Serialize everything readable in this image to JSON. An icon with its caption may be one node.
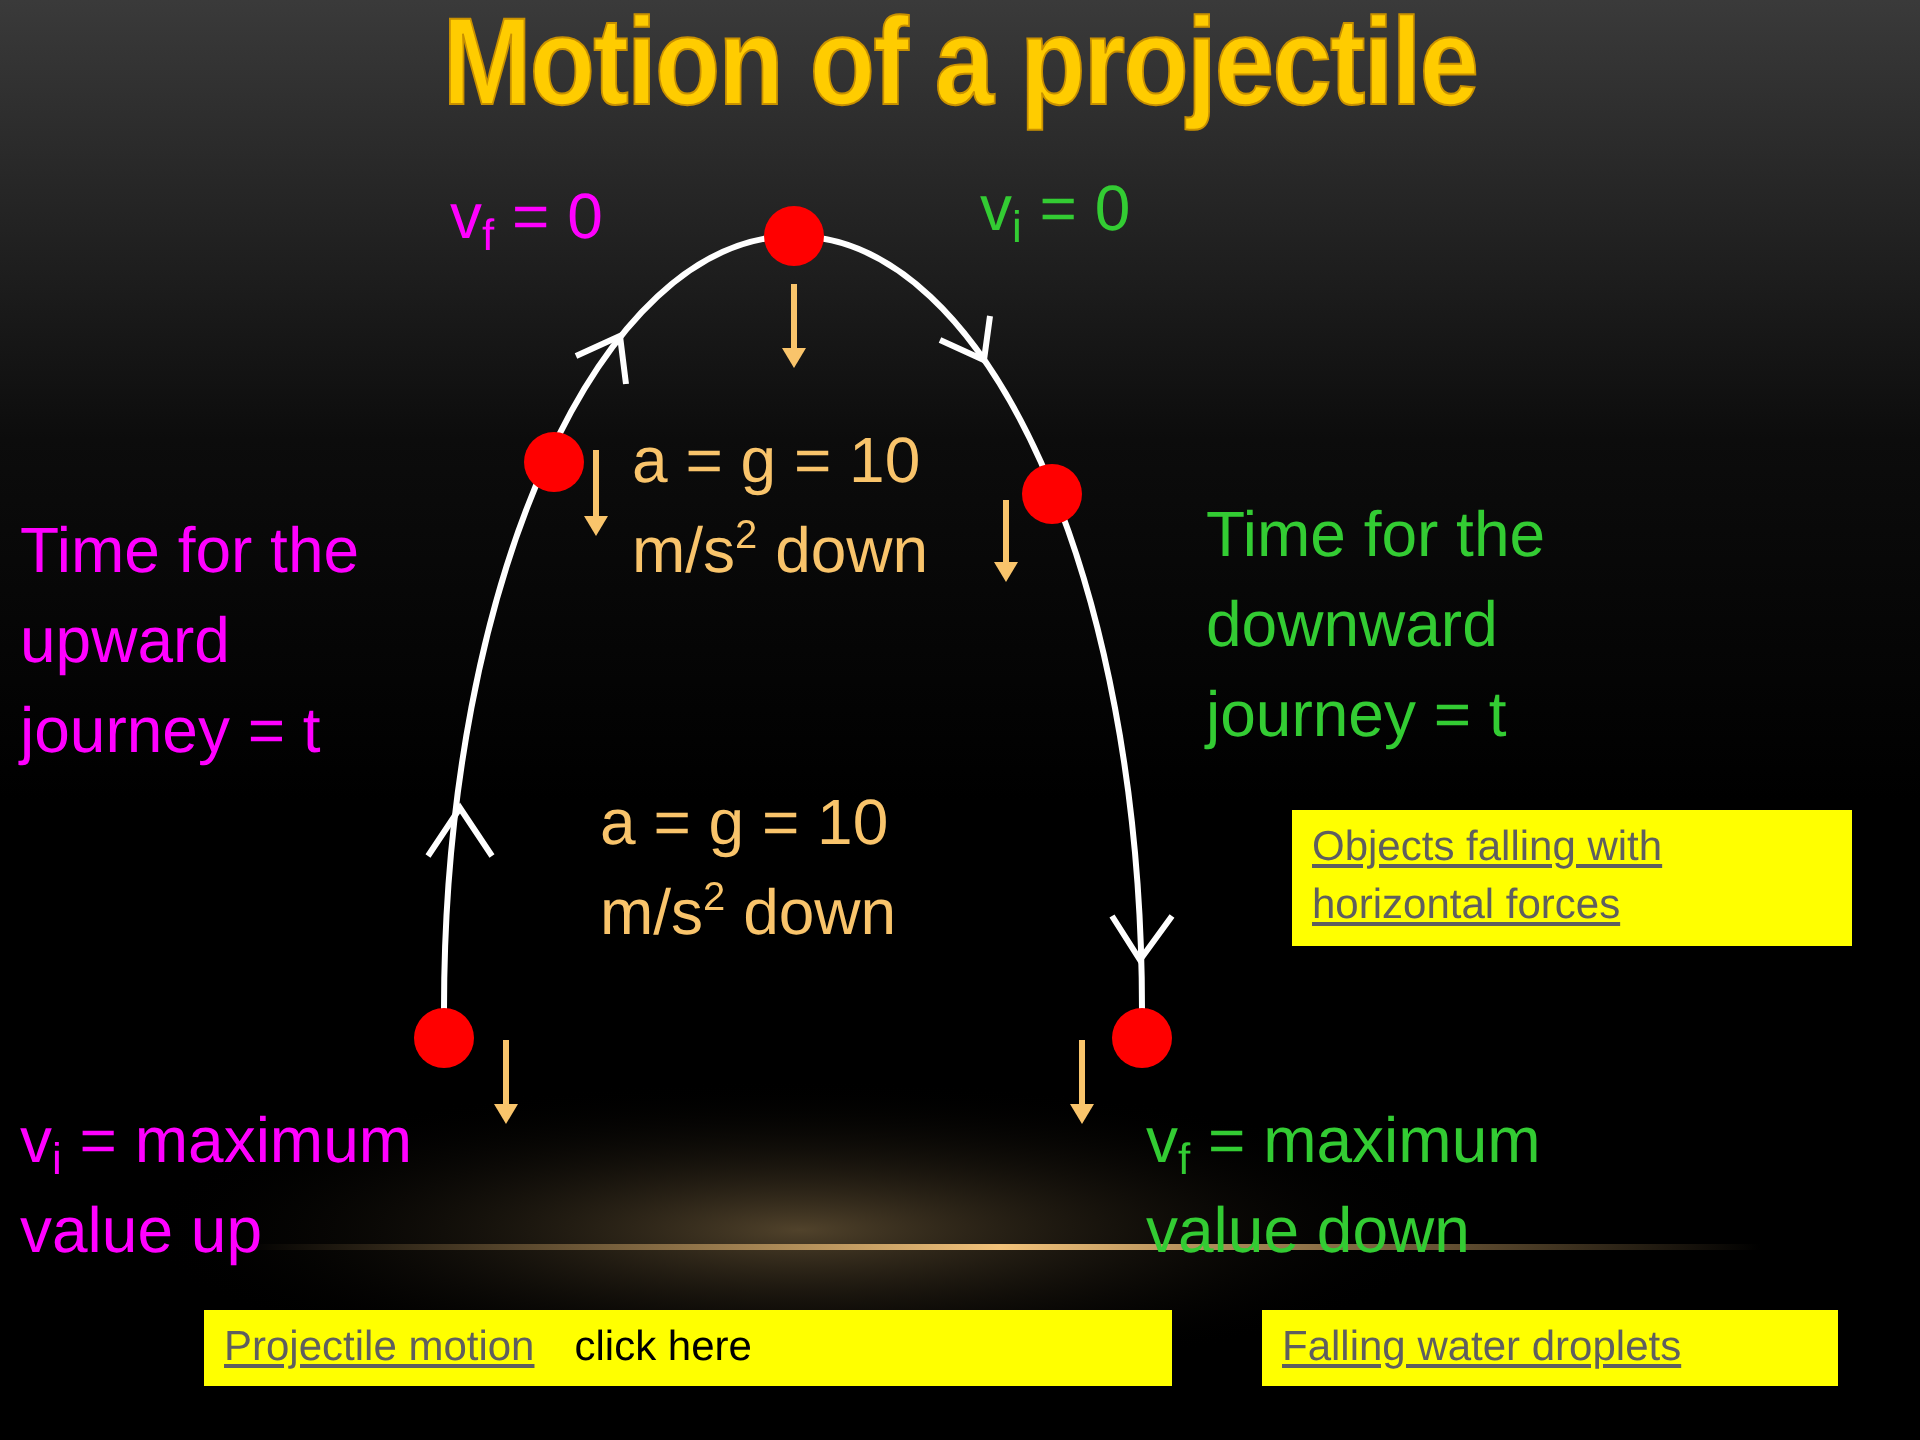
{
  "diagram": {
    "title": "Motion of a projectile",
    "nodes": [
      {
        "text": [
          "Objects falling with horizontal forces"
        ]
      },
      {
        "text": [
          "Projectile motion",
          "click here"
        ]
      },
      {
        "text": [
          "Falling water droplets"
        ]
      }
    ],
    "labels": [
      "v$_{f}$ = 0",
      "v$_{i}$ = 0",
      "a = g = 10 m/s$^{2}$ down",
      "Time for the upward journey = t",
      "Time for the downward journey = t",
      "a = g = 10 m/s$^{2}$ down",
      "v$_{i}$ = maximum value up",
      "v$_{f}$ = maximum value down"
    ]
  }
}
